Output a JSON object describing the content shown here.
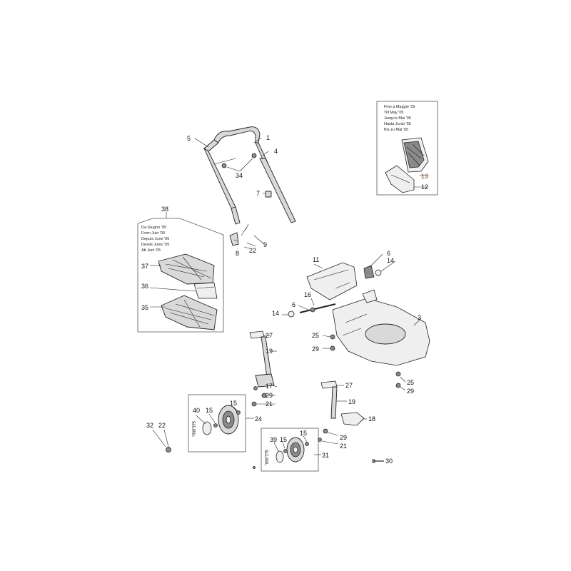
{
  "callouts": {
    "c1": "1",
    "c3": "3",
    "c4": "4",
    "c5": "5",
    "c6a": "6",
    "c6b": "6",
    "c7": "7",
    "c8": "8",
    "c9": "9",
    "c11": "11",
    "c12": "12",
    "c13": "13",
    "c14a": "14",
    "c14b": "14",
    "c15a": "15",
    "c15b": "15",
    "c15c": "15",
    "c15d": "15",
    "c16": "16",
    "c17": "17",
    "c18": "18",
    "c19a": "19",
    "c19b": "19",
    "c21a": "21",
    "c21b": "21",
    "c22a": "22",
    "c22b": "22",
    "c24": "24",
    "c25a": "25",
    "c25b": "25",
    "c27a": "27",
    "c27b": "27",
    "c29a": "29",
    "c29b": "29",
    "c29c": "29",
    "c29d": "29",
    "c30": "30",
    "c31": "31",
    "c32": "32",
    "c34": "34",
    "c35": "35",
    "c36": "36",
    "c37": "37",
    "c38": "38",
    "c39": "39",
    "c40": "40"
  },
  "left_inset_notes": [
    "Da Giugno '05",
    "From Juin '05",
    "Depuis June '05",
    "Desde Junio '05",
    "Ab Juni '05"
  ],
  "right_inset_notes": [
    "Fino a Maggio '05",
    "Till May '05",
    "Jusqu'a Mai '05",
    "Hasta Junio '05",
    "Bis zu Mai '05"
  ],
  "wheel_dim_a": "mm 175",
  "wheel_dim_b": "mm 175"
}
